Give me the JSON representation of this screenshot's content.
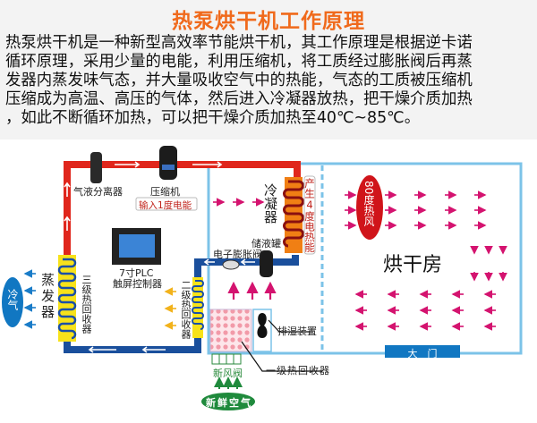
{
  "title": "热泵烘干机工作原理",
  "description_lines": [
    "热泵烘干机是一种新型高效率节能烘干机，其工作原理是根据逆卡诺",
    "循环原理，采用少量的电能，利用压缩机，将工质经过膨胀阀后再蒸",
    "发器内蒸发味气态，并大量吸收空气中的热能，气态的工质被压缩机",
    "压缩成为高温、高压的气体，然后进入冷凝器放热，把干燥介质加热",
    "，如此不断循环加热，可以把干燥介质加热至40℃~85℃。"
  ],
  "components": {
    "separator": "气液分离器",
    "compressor": "压缩机",
    "compressor_note": "输入1度电能",
    "condenser": "冷凝器",
    "condenser_note": "产生4度电热能",
    "receiver": "储液罐",
    "expansion_valve": "电子膨胀阀",
    "plc": "7寸PLC",
    "plc2": "触屏控制器",
    "evaporator": "蒸发器",
    "recovery3": "三级热回收器",
    "recovery2": "二级热回收器",
    "recovery1": "一级热回收器",
    "dehumidifier": "排湿装置",
    "fresh_air_valve": "新风阀",
    "fresh_air": "新鲜空气",
    "cold_air": "冷气",
    "hot_air": "80度热风",
    "drying_room": "烘干房",
    "door": "大　门"
  },
  "colors": {
    "title": "#f06a1c",
    "hot_pipe": "#e0261c",
    "cold_pipe": "#1a4f9c",
    "wall": "#7cc3e8",
    "arrow_heat": "#d4136f",
    "arrow_cold": "#1a7cc8",
    "arrow_warm": "#f2b21b",
    "coil_frame": "#f7e21a",
    "door": "#1177c2",
    "fresh_air": "#1f8a3c"
  }
}
